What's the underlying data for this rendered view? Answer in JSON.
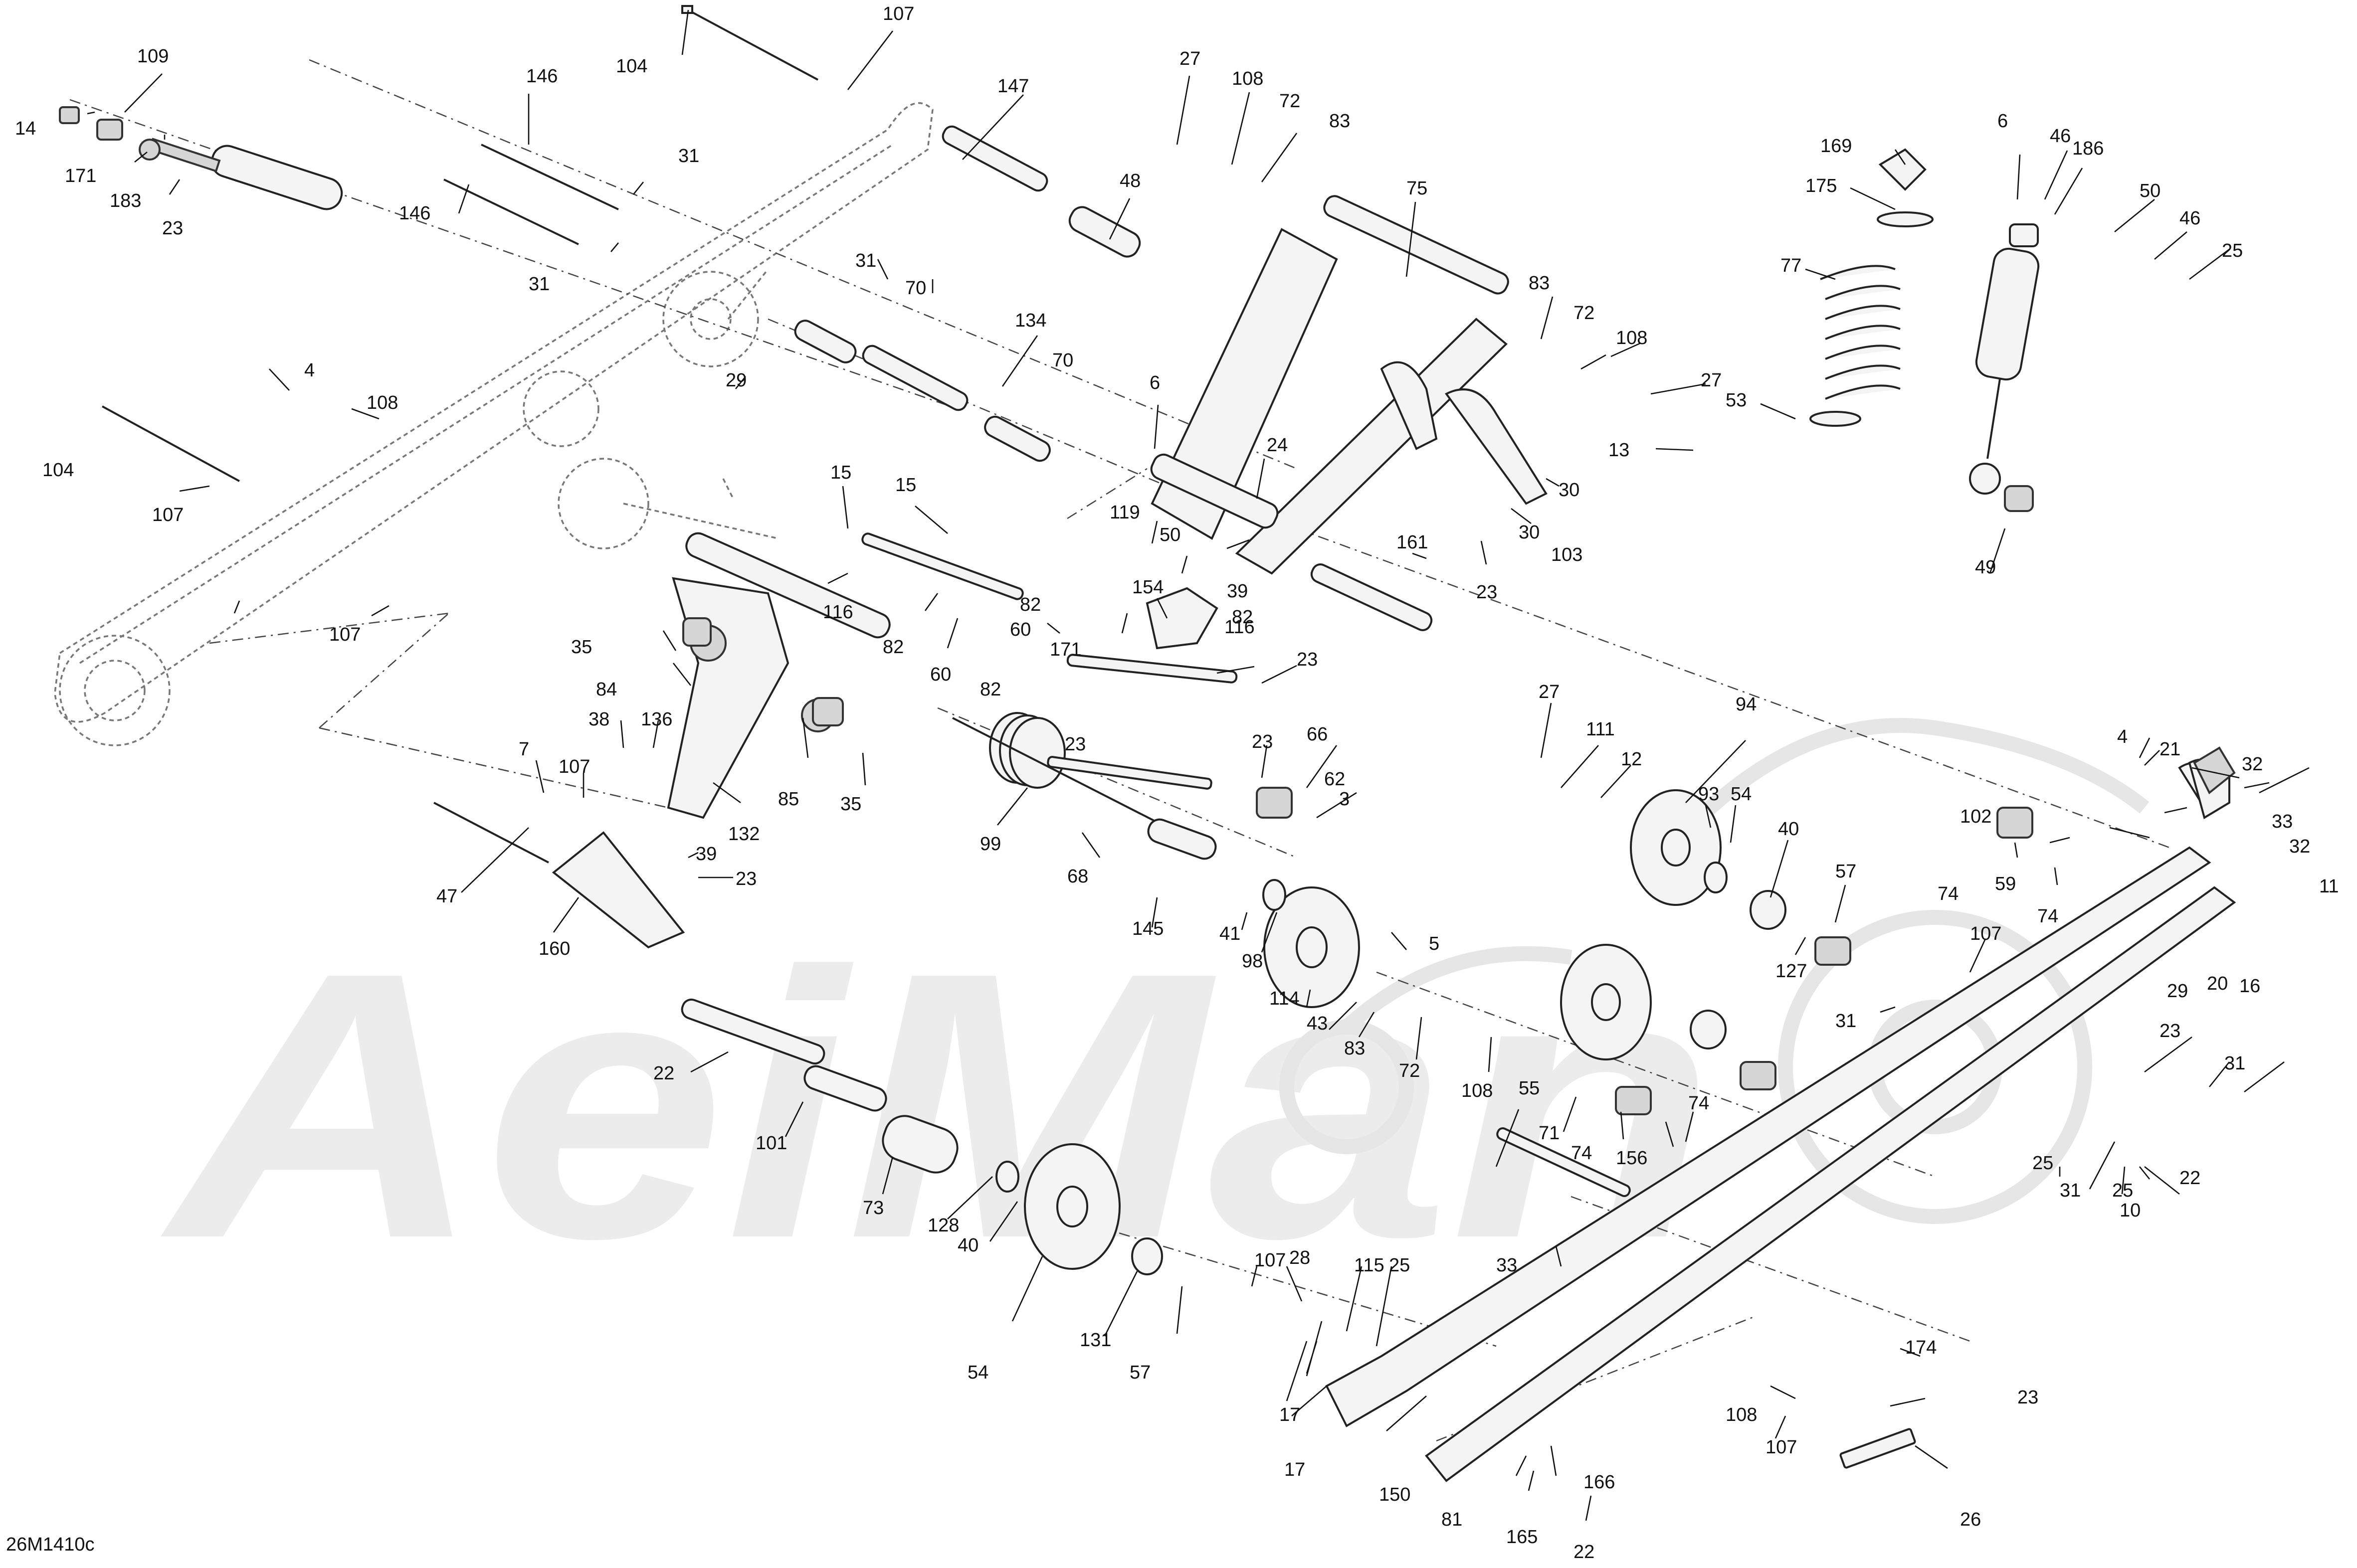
{
  "drawing_code": "26M1410c",
  "watermark_text": "AeiMan",
  "callouts": [
    {
      "n": "107"
    },
    {
      "n": "104"
    },
    {
      "n": "109"
    },
    {
      "n": "14"
    },
    {
      "n": "171"
    },
    {
      "n": "183"
    },
    {
      "n": "23"
    },
    {
      "n": "146"
    },
    {
      "n": "146"
    },
    {
      "n": "31"
    },
    {
      "n": "31"
    },
    {
      "n": "147"
    },
    {
      "n": "48"
    },
    {
      "n": "31"
    },
    {
      "n": "70"
    },
    {
      "n": "134"
    },
    {
      "n": "70"
    },
    {
      "n": "29"
    },
    {
      "n": "4"
    },
    {
      "n": "108"
    },
    {
      "n": "104"
    },
    {
      "n": "107"
    },
    {
      "n": "107"
    },
    {
      "n": "27"
    },
    {
      "n": "108"
    },
    {
      "n": "72"
    },
    {
      "n": "83"
    },
    {
      "n": "75"
    },
    {
      "n": "83"
    },
    {
      "n": "72"
    },
    {
      "n": "108"
    },
    {
      "n": "27"
    },
    {
      "n": "6"
    },
    {
      "n": "24"
    },
    {
      "n": "13"
    },
    {
      "n": "30"
    },
    {
      "n": "30"
    },
    {
      "n": "103"
    },
    {
      "n": "23"
    },
    {
      "n": "161"
    },
    {
      "n": "169"
    },
    {
      "n": "175"
    },
    {
      "n": "77"
    },
    {
      "n": "53"
    },
    {
      "n": "6"
    },
    {
      "n": "46"
    },
    {
      "n": "186"
    },
    {
      "n": "50"
    },
    {
      "n": "46"
    },
    {
      "n": "25"
    },
    {
      "n": "49"
    },
    {
      "n": "15"
    },
    {
      "n": "15"
    },
    {
      "n": "119"
    },
    {
      "n": "50"
    },
    {
      "n": "39"
    },
    {
      "n": "116"
    },
    {
      "n": "154"
    },
    {
      "n": "82"
    },
    {
      "n": "82"
    },
    {
      "n": "60"
    },
    {
      "n": "82"
    },
    {
      "n": "60"
    },
    {
      "n": "171"
    },
    {
      "n": "82"
    },
    {
      "n": "116"
    },
    {
      "n": "23"
    },
    {
      "n": "23"
    },
    {
      "n": "35"
    },
    {
      "n": "84"
    },
    {
      "n": "38"
    },
    {
      "n": "136"
    },
    {
      "n": "85"
    },
    {
      "n": "35"
    },
    {
      "n": "132"
    },
    {
      "n": "99"
    },
    {
      "n": "7"
    },
    {
      "n": "107"
    },
    {
      "n": "39"
    },
    {
      "n": "23"
    },
    {
      "n": "47"
    },
    {
      "n": "160"
    },
    {
      "n": "68"
    },
    {
      "n": "23"
    },
    {
      "n": "66"
    },
    {
      "n": "62"
    },
    {
      "n": "3"
    },
    {
      "n": "145"
    },
    {
      "n": "41"
    },
    {
      "n": "98"
    },
    {
      "n": "114"
    },
    {
      "n": "5"
    },
    {
      "n": "43"
    },
    {
      "n": "83"
    },
    {
      "n": "72"
    },
    {
      "n": "108"
    },
    {
      "n": "27"
    },
    {
      "n": "111"
    },
    {
      "n": "12"
    },
    {
      "n": "94"
    },
    {
      "n": "93"
    },
    {
      "n": "54"
    },
    {
      "n": "40"
    },
    {
      "n": "57"
    },
    {
      "n": "127"
    },
    {
      "n": "22"
    },
    {
      "n": "101"
    },
    {
      "n": "73"
    },
    {
      "n": "128"
    },
    {
      "n": "40"
    },
    {
      "n": "54"
    },
    {
      "n": "131"
    },
    {
      "n": "57"
    },
    {
      "n": "55"
    },
    {
      "n": "71"
    },
    {
      "n": "74"
    },
    {
      "n": "156"
    },
    {
      "n": "74"
    },
    {
      "n": "33"
    },
    {
      "n": "107"
    },
    {
      "n": "28"
    },
    {
      "n": "115"
    },
    {
      "n": "25"
    },
    {
      "n": "17"
    },
    {
      "n": "17"
    },
    {
      "n": "150"
    },
    {
      "n": "81"
    },
    {
      "n": "165"
    },
    {
      "n": "166"
    },
    {
      "n": "22"
    },
    {
      "n": "26"
    },
    {
      "n": "174"
    },
    {
      "n": "108"
    },
    {
      "n": "107"
    },
    {
      "n": "23"
    },
    {
      "n": "4"
    },
    {
      "n": "21"
    },
    {
      "n": "32"
    },
    {
      "n": "102"
    },
    {
      "n": "74"
    },
    {
      "n": "59"
    },
    {
      "n": "74"
    },
    {
      "n": "33"
    },
    {
      "n": "32"
    },
    {
      "n": "11"
    },
    {
      "n": "107"
    },
    {
      "n": "31"
    },
    {
      "n": "29"
    },
    {
      "n": "20"
    },
    {
      "n": "16"
    },
    {
      "n": "23"
    },
    {
      "n": "31"
    },
    {
      "n": "25"
    },
    {
      "n": "31"
    },
    {
      "n": "25"
    },
    {
      "n": "10"
    },
    {
      "n": "22"
    }
  ]
}
